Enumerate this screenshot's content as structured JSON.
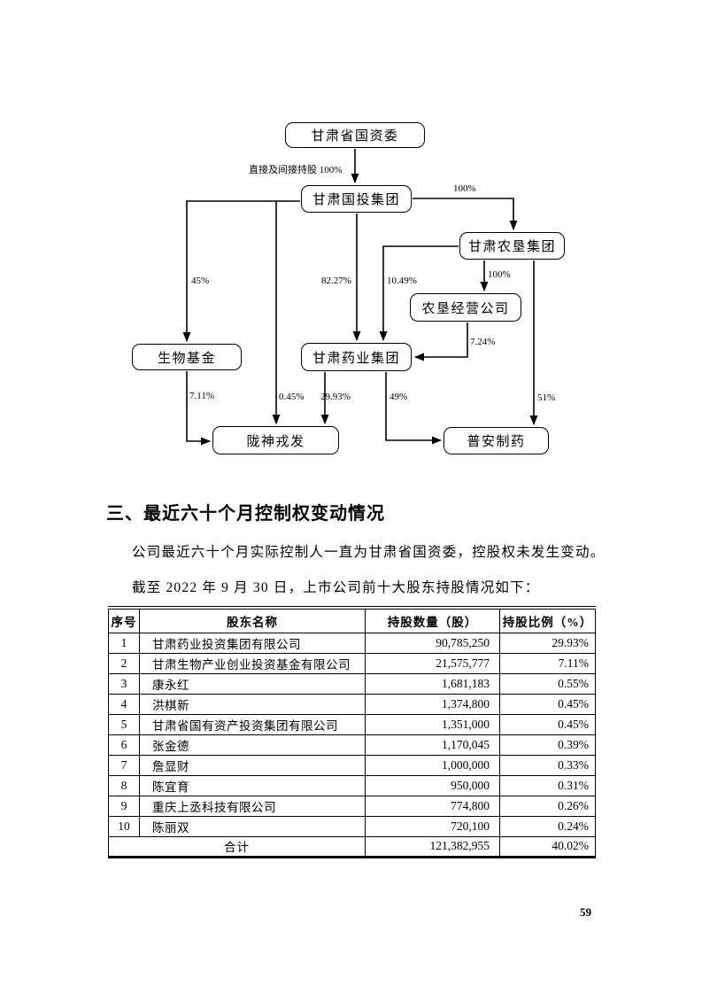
{
  "colors": {
    "ink": "#000000",
    "background": "#ffffff"
  },
  "page": {
    "number": "59"
  },
  "diagram": {
    "nodes": [
      {
        "id": "gansu-sasac",
        "label": "甘肃省国资委"
      },
      {
        "id": "gansu-guotou-group",
        "label": "甘肃国投集团"
      },
      {
        "id": "gansu-nongken-group",
        "label": "甘肃农垦集团"
      },
      {
        "id": "nongken-jingying-co",
        "label": "农垦经营公司"
      },
      {
        "id": "shengwu-fund",
        "label": "生物基金"
      },
      {
        "id": "gansu-yaoye-group",
        "label": "甘肃药业集团"
      },
      {
        "id": "longshen-rongfa",
        "label": "陇神戎发"
      },
      {
        "id": "puan-pharma",
        "label": "普安制药"
      }
    ],
    "edges": [
      {
        "from": "gansu-sasac",
        "to": "gansu-guotou-group",
        "label": "直接及间接持股 100%"
      },
      {
        "from": "gansu-guotou-group",
        "to": "shengwu-fund",
        "label": "45%"
      },
      {
        "from": "gansu-guotou-group",
        "to": "longshen-rongfa",
        "label": "0.45%"
      },
      {
        "from": "gansu-guotou-group",
        "to": "gansu-yaoye-group",
        "label": "82.27%"
      },
      {
        "from": "gansu-guotou-group",
        "to": "gansu-nongken-group",
        "label": "100%"
      },
      {
        "from": "gansu-nongken-group",
        "to": "gansu-yaoye-group",
        "label": "10.49%"
      },
      {
        "from": "gansu-nongken-group",
        "to": "nongken-jingying-co",
        "label": "100%"
      },
      {
        "from": "nongken-jingying-co",
        "to": "gansu-yaoye-group",
        "label": "7.24%"
      },
      {
        "from": "shengwu-fund",
        "to": "longshen-rongfa",
        "label": "7.11%"
      },
      {
        "from": "gansu-yaoye-group",
        "to": "longshen-rongfa",
        "label": "29.93%"
      },
      {
        "from": "gansu-yaoye-group",
        "to": "puan-pharma",
        "label": "49%"
      },
      {
        "from": "gansu-nongken-group",
        "to": "puan-pharma",
        "label": "51%"
      }
    ]
  },
  "section": {
    "heading": "三、最近六十个月控制权变动情况",
    "para1": "公司最近六十个月实际控制人一直为甘肃省国资委，控股权未发生变动。",
    "para2": "截至 2022 年 9 月 30 日，上市公司前十大股东持股情况如下："
  },
  "table": {
    "headers": [
      "序号",
      "股东名称",
      "持股数量（股）",
      "持股比例（%）"
    ],
    "rows": [
      [
        "1",
        "甘肃药业投资集团有限公司",
        "90,785,250",
        "29.93%"
      ],
      [
        "2",
        "甘肃生物产业创业投资基金有限公司",
        "21,575,777",
        "7.11%"
      ],
      [
        "3",
        "康永红",
        "1,681,183",
        "0.55%"
      ],
      [
        "4",
        "洪棋新",
        "1,374,800",
        "0.45%"
      ],
      [
        "5",
        "甘肃省国有资产投资集团有限公司",
        "1,351,000",
        "0.45%"
      ],
      [
        "6",
        "张金德",
        "1,170,045",
        "0.39%"
      ],
      [
        "7",
        "詹显财",
        "1,000,000",
        "0.33%"
      ],
      [
        "8",
        "陈宜育",
        "950,000",
        "0.31%"
      ],
      [
        "9",
        "重庆上丞科技有限公司",
        "774,800",
        "0.26%"
      ],
      [
        "10",
        "陈丽双",
        "720,100",
        "0.24%"
      ]
    ],
    "total": {
      "label": "合计",
      "shares": "121,382,955",
      "pct": "40.02%"
    }
  }
}
